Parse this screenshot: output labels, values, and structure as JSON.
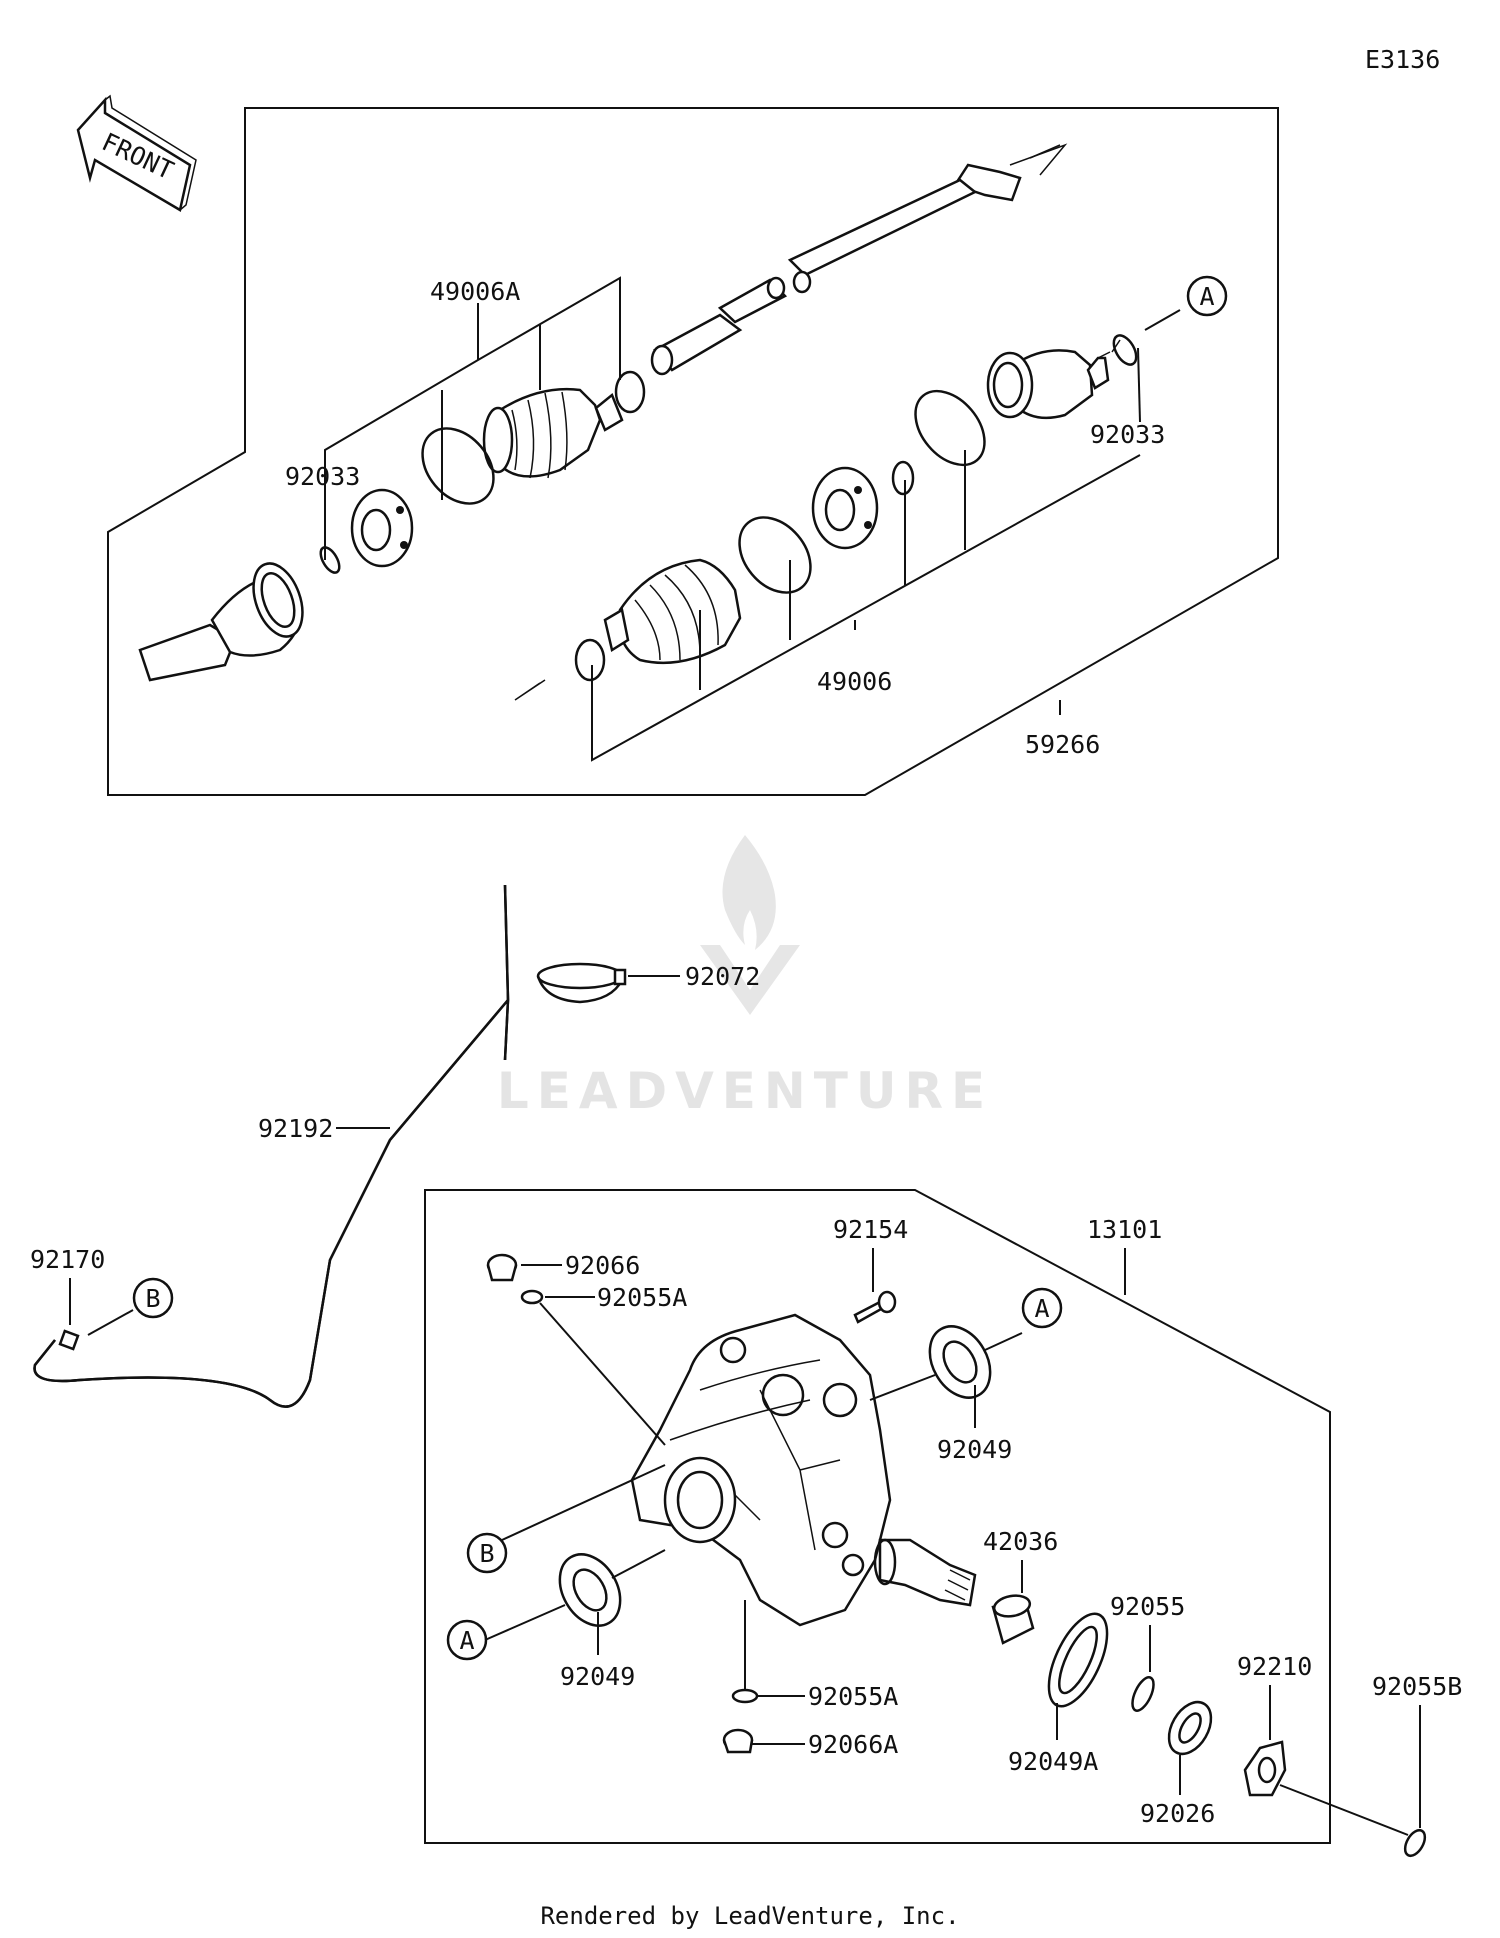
{
  "diagram_code": "E3136",
  "front_arrow_label": "FRONT",
  "watermark": "LEADVENTURE",
  "footer": "Rendered by LeadVenture, Inc.",
  "callouts": {
    "A": "A",
    "B": "B"
  },
  "parts": {
    "p49006A": "49006A",
    "p92033_left": "92033",
    "p92033_right": "92033",
    "p49006": "49006",
    "p59266": "59266",
    "p92072": "92072",
    "p92192": "92192",
    "p92170": "92170",
    "p92066": "92066",
    "p92055A_top": "92055A",
    "p92154": "92154",
    "p13101": "13101",
    "p92049_right": "92049",
    "p42036": "42036",
    "p92049_left": "92049",
    "p92055A_bottom": "92055A",
    "p92066A": "92066A",
    "p92055": "92055",
    "p92049A": "92049A",
    "p92210": "92210",
    "p92055B": "92055B",
    "p92026": "92026"
  }
}
